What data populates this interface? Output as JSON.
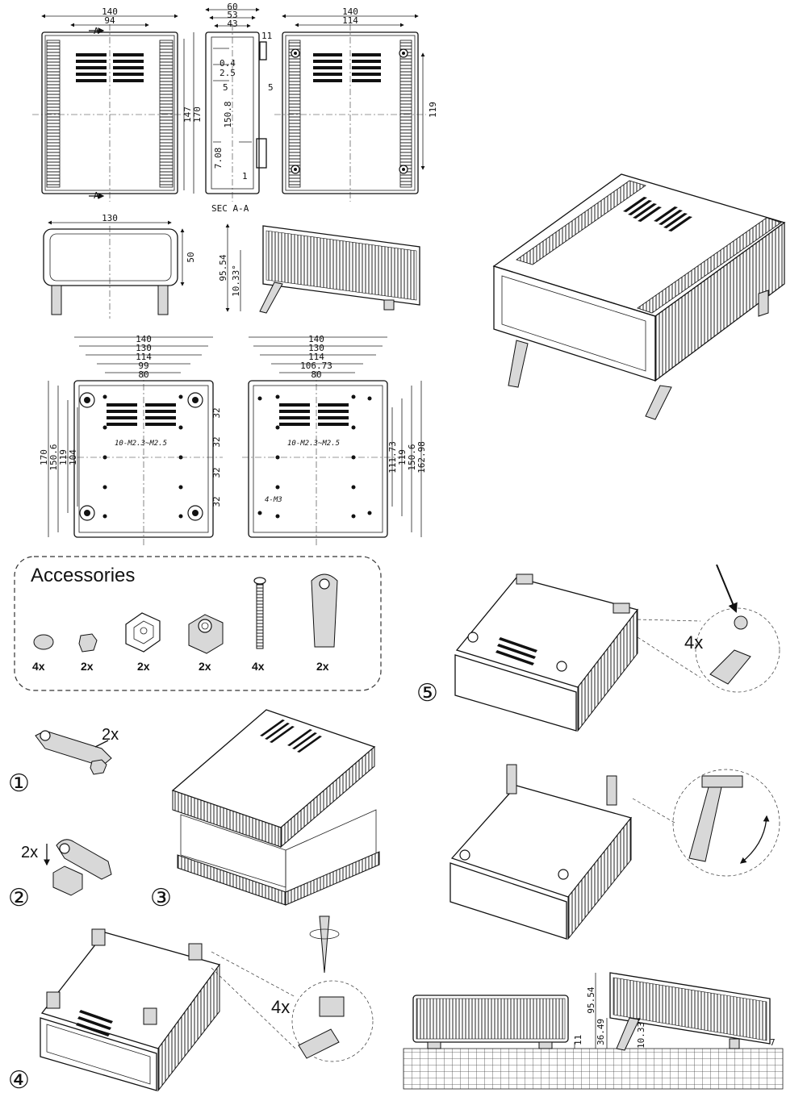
{
  "drawing": {
    "front_view": {
      "width_outer": "140",
      "width_inner": "94",
      "section_mark": "A",
      "height_a": "147",
      "height_b": "170"
    },
    "section_view": {
      "w1": "60",
      "w2": "53",
      "w3": "43",
      "d11": "11",
      "d04": "0.4",
      "d25": "2.5",
      "d5a": "5",
      "d5b": "5",
      "d1508": "150.8",
      "d708": "7.08",
      "d1": "1",
      "caption": "SEC A-A"
    },
    "back_view": {
      "width_outer": "140",
      "width_inner": "114",
      "height": "119"
    },
    "end_view": {
      "width": "130",
      "height": "50"
    },
    "side_tilt": {
      "h": "95.54",
      "angle": "10.33°"
    },
    "bottom_left": {
      "dims": [
        "140",
        "130",
        "114",
        "99",
        "80"
      ],
      "spacing": [
        "32",
        "32",
        "32",
        "32"
      ],
      "hole_note": "10-M2.3~M2.5",
      "vert": [
        "170",
        "150.6",
        "119",
        "104"
      ]
    },
    "bottom_right": {
      "dims": [
        "140",
        "130",
        "114",
        "106.73",
        "80"
      ],
      "hole_note": "10-M2.3~M2.5",
      "m3_note": "4-M3",
      "vert": [
        "111.73",
        "119",
        "150.6",
        "162.98"
      ]
    }
  },
  "accessories": {
    "title": "Accessories",
    "items": [
      {
        "icon": "rubber-foot-icon",
        "qty": "4x"
      },
      {
        "icon": "small-cap-icon",
        "qty": "2x"
      },
      {
        "icon": "foot-bracket-open-icon",
        "qty": "2x"
      },
      {
        "icon": "foot-bracket-closed-icon",
        "qty": "2x"
      },
      {
        "icon": "screw-icon",
        "qty": "4x"
      },
      {
        "icon": "stand-leg-icon",
        "qty": "2x"
      }
    ]
  },
  "steps": {
    "s1": {
      "num": "①",
      "qty": "2x"
    },
    "s2": {
      "num": "②",
      "qty": "2x"
    },
    "s3": {
      "num": "③"
    },
    "s4": {
      "num": "④",
      "qty": "4x"
    },
    "s5": {
      "num": "⑤",
      "qty": "4x"
    }
  },
  "bottom_side": {
    "d1": "11",
    "d2": "36.49",
    "d3": "95.54",
    "d4": "10.33°",
    "d5": "7"
  }
}
